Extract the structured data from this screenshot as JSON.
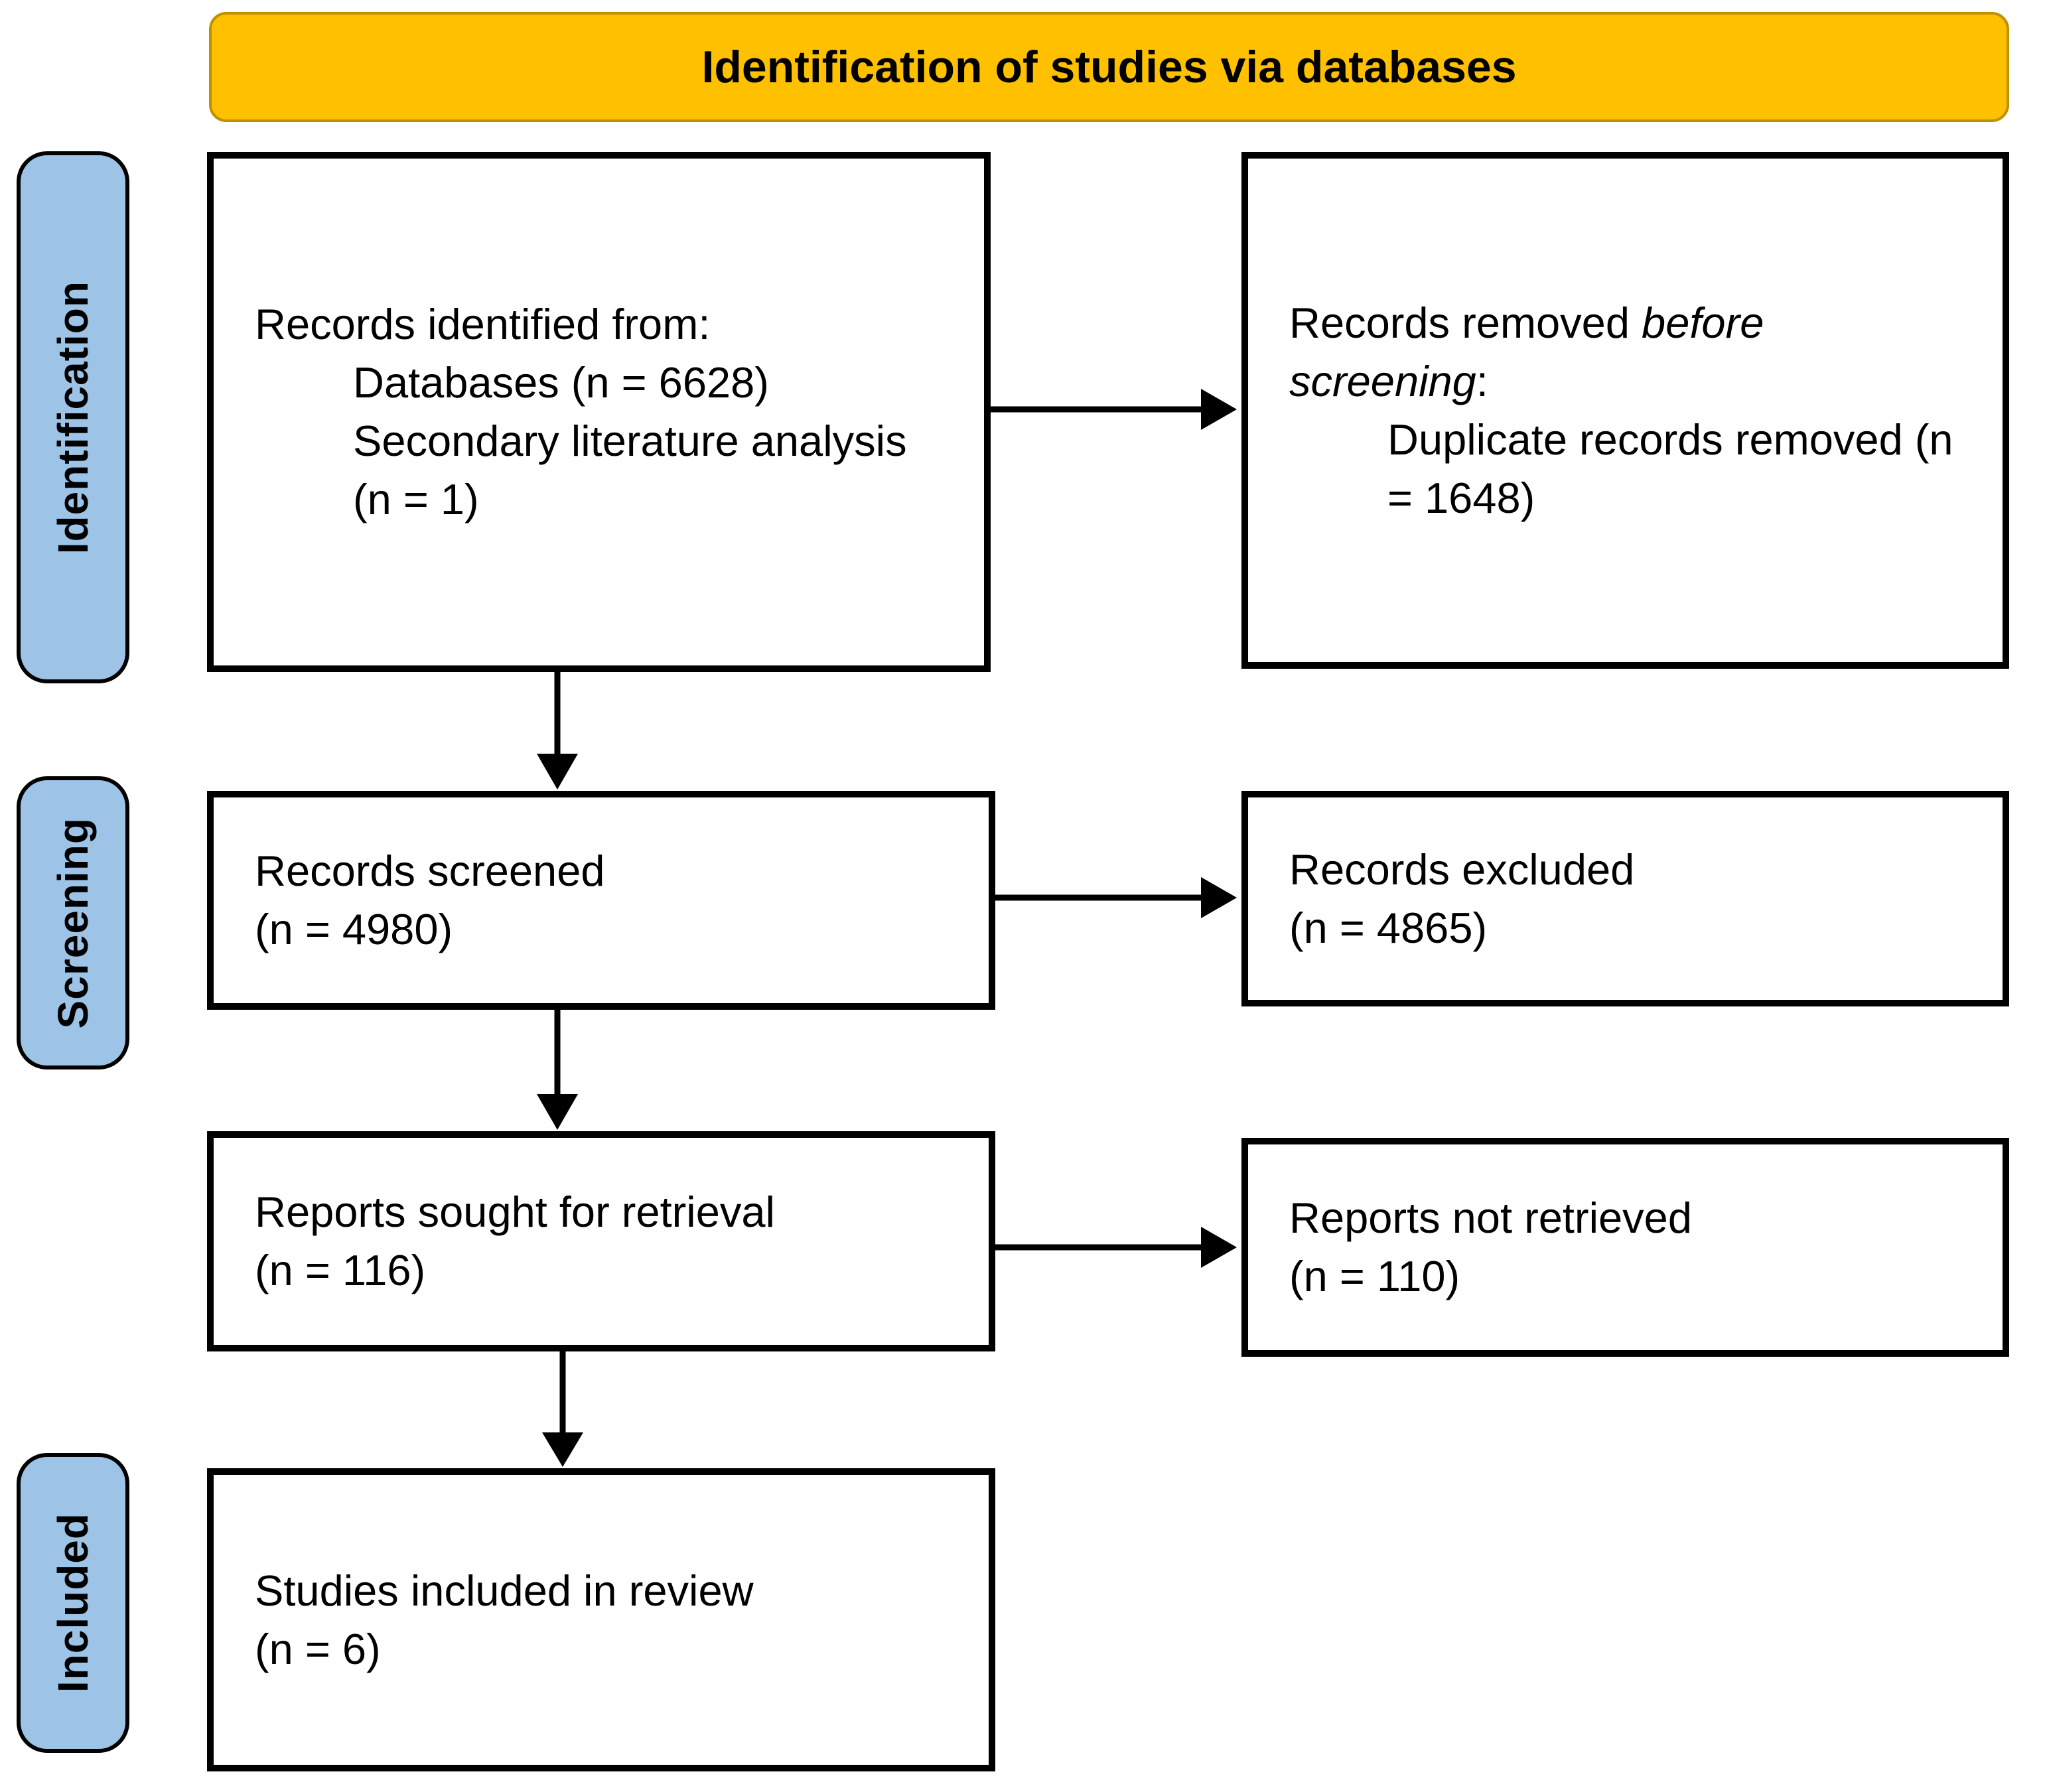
{
  "header": {
    "title": "Identification of studies via databases"
  },
  "stages": {
    "identification": "Identification",
    "screening": "Screening",
    "included": "Included"
  },
  "boxes": {
    "records_identified": {
      "lines": [
        {
          "text": "Records identified from:"
        },
        {
          "text": "Databases (n = 6628)",
          "indent": 1
        },
        {
          "text": "Secondary literature analysis",
          "indent": 1
        },
        {
          "text": "(n = 1)",
          "indent": 1
        }
      ]
    },
    "records_removed": {
      "lines": [
        {
          "parts": [
            {
              "text": "Records removed "
            },
            {
              "text": "before",
              "italic": true
            }
          ]
        },
        {
          "parts": [
            {
              "text": "screening",
              "italic": true
            },
            {
              "text": ":"
            }
          ]
        },
        {
          "text": "Duplicate records removed (n",
          "indent": 1
        },
        {
          "text": "= 1648)",
          "indent": 1
        }
      ]
    },
    "records_screened": {
      "lines": [
        {
          "text": "Records screened"
        },
        {
          "text": "(n = 4980)"
        }
      ]
    },
    "records_excluded": {
      "lines": [
        {
          "text": "Records excluded"
        },
        {
          "text": "(n = 4865)"
        }
      ]
    },
    "reports_sought": {
      "lines": [
        {
          "text": "Reports sought for retrieval"
        },
        {
          "text": "(n = 116)"
        }
      ]
    },
    "reports_not_retrieved": {
      "lines": [
        {
          "text": "Reports not retrieved"
        },
        {
          "text": "(n = 110)"
        }
      ]
    },
    "studies_included": {
      "lines": [
        {
          "text": "Studies included in review"
        },
        {
          "text": "(n = 6)"
        }
      ]
    }
  },
  "counts": {
    "databases": 6628,
    "secondary_literature_analysis": 1,
    "duplicates_removed": 1648,
    "records_screened": 4980,
    "records_excluded": 4865,
    "reports_sought": 116,
    "reports_not_retrieved": 110,
    "studies_included": 6
  },
  "colors": {
    "banner_fill": "#FFC000",
    "banner_border": "#BF9000",
    "stage_fill": "#9DC3E6",
    "stage_border": "#000000",
    "box_border": "#000000",
    "arrow": "#000000"
  }
}
